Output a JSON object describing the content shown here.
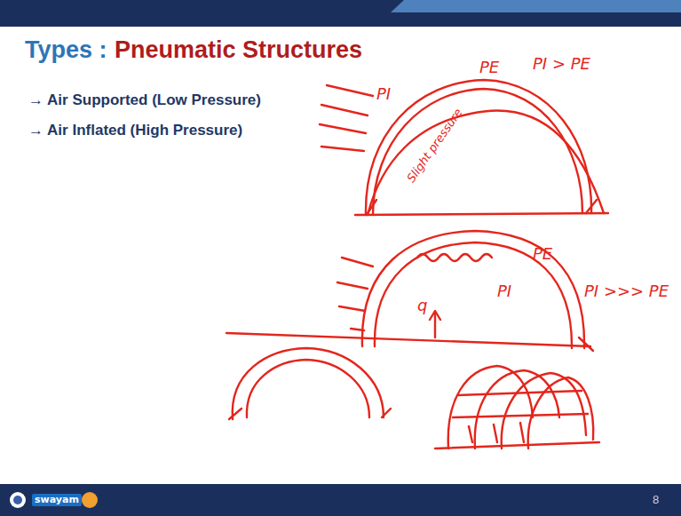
{
  "diagram": {
    "title": "Types :",
    "labels": [
      "Pneumatic Structures",
      "→ Air Supported (Low Pressure)",
      "→ Air Inflated (High Pressure)",
      "PI",
      "PE",
      "PI > PE",
      "Slight pressure",
      "PE",
      "PI",
      "PI >>> PE",
      "q",
      "swayam",
      "8"
    ]
  }
}
